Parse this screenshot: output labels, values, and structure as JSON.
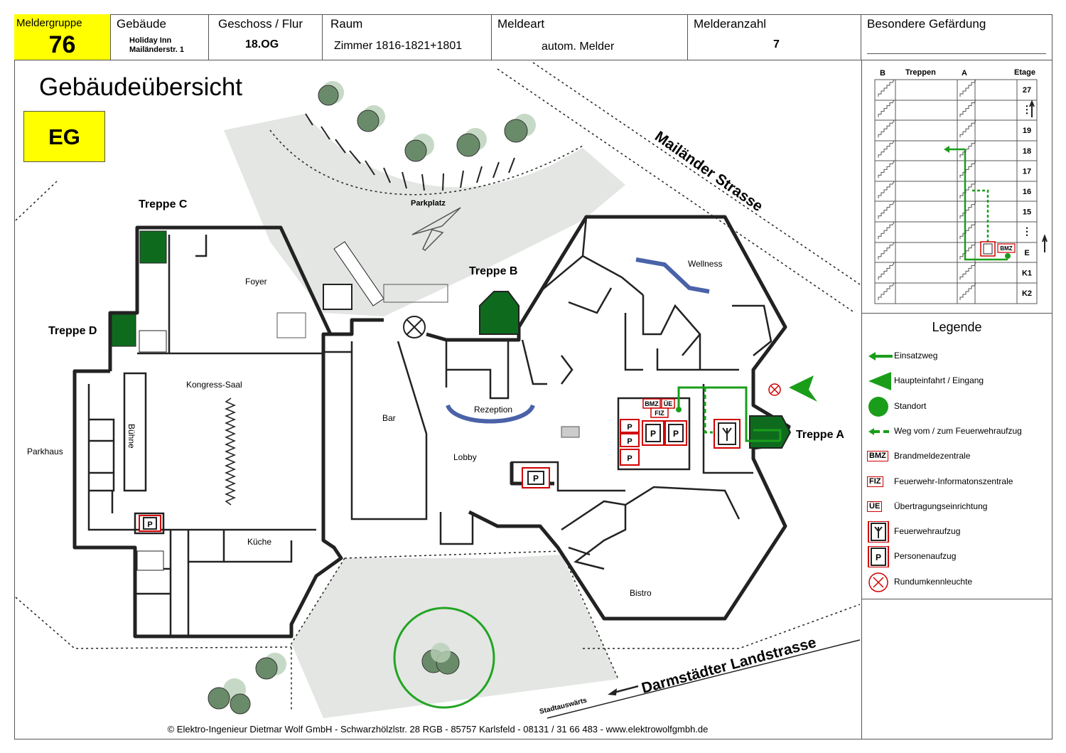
{
  "header": {
    "meldergruppe_label": "Meldergruppe",
    "meldergruppe_value": "76",
    "gebaeude_label": "Gebäude",
    "gebaeude_line1": "Holiday Inn",
    "gebaeude_line2": "Mailänderstr. 1",
    "geschoss_label": "Geschoss / Flur",
    "geschoss_value": "18.OG",
    "raum_label": "Raum",
    "raum_value": "Zimmer 1816-1821+1801",
    "meldeart_label": "Meldeart",
    "meldeart_value": "autom. Melder",
    "melderanzahl_label": "Melderanzahl",
    "melderanzahl_value": "7",
    "gefaehrdung_label": "Besondere Gefärdung"
  },
  "title": "Gebäudeübersicht",
  "floor": "EG",
  "map_labels": {
    "treppe_a": "Treppe A",
    "treppe_b": "Treppe B",
    "treppe_c": "Treppe C",
    "treppe_d": "Treppe D",
    "parkplatz": "Parkplatz",
    "foyer": "Foyer",
    "kongress": "Kongress-Saal",
    "buehne": "Bühne",
    "parkhaus": "Parkhaus",
    "bar": "Bar",
    "lobby": "Lobby",
    "rezeption": "Rezeption",
    "kueche": "Küche",
    "bistro": "Bistro",
    "wellness": "Wellness",
    "mailaender": "Mailänder Strasse",
    "darmstaedter": "Darmstädter Landstrasse",
    "stadtauswaerts": "Stadtauswärts"
  },
  "map_tags": {
    "bmz": "BMZ",
    "ue": "ÜE",
    "fiz": "FIZ",
    "p": "P"
  },
  "stair_table": {
    "col_b": "B",
    "col_treppen": "Treppen",
    "col_a": "A",
    "col_etage": "Etage",
    "floors": [
      "27",
      "⋮",
      "19",
      "18",
      "17",
      "16",
      "15",
      "⋮",
      "E",
      "K1",
      "K2"
    ],
    "bmz_tag": "BMZ"
  },
  "legend": {
    "title": "Legende",
    "items": [
      {
        "icon": "green-arrow-icon",
        "label": "Einsatzweg"
      },
      {
        "icon": "main-entrance-icon",
        "label": "Haupteinfahrt / Eingang"
      },
      {
        "icon": "standort-dot-icon",
        "label": "Standort"
      },
      {
        "icon": "dashed-arrow-icon",
        "label": "Weg vom / zum Feuerwehraufzug"
      },
      {
        "icon": "bmz-tag",
        "label": "Brandmeldezentrale",
        "tag": "BMZ"
      },
      {
        "icon": "fiz-tag",
        "label": "Feuerwehr-Informatonszentrale",
        "tag": "FIZ"
      },
      {
        "icon": "ue-tag",
        "label": "Übertragungseinrichtung",
        "tag": "ÜE"
      },
      {
        "icon": "fire-lift-icon",
        "label": "Feuerwehraufzug"
      },
      {
        "icon": "passenger-lift-icon",
        "label": "Personenaufzug"
      },
      {
        "icon": "beacon-icon",
        "label": "Rundumkennleuchte"
      }
    ]
  },
  "footer": "© Elektro-Ingenieur Dietmar Wolf GmbH - Schwarzhölzlstr. 28 RGB - 85757 Karlsfeld - 08131 / 31 66 483 - www.elektrowolfgmbh.de",
  "colors": {
    "yellow": "#ffff00",
    "route_green": "#1a9e1a",
    "alarm_red": "#d00000",
    "stair_green": "#0e6b1e",
    "parking_gray": "#e3e6e3",
    "water_blue": "#4a62a8"
  }
}
